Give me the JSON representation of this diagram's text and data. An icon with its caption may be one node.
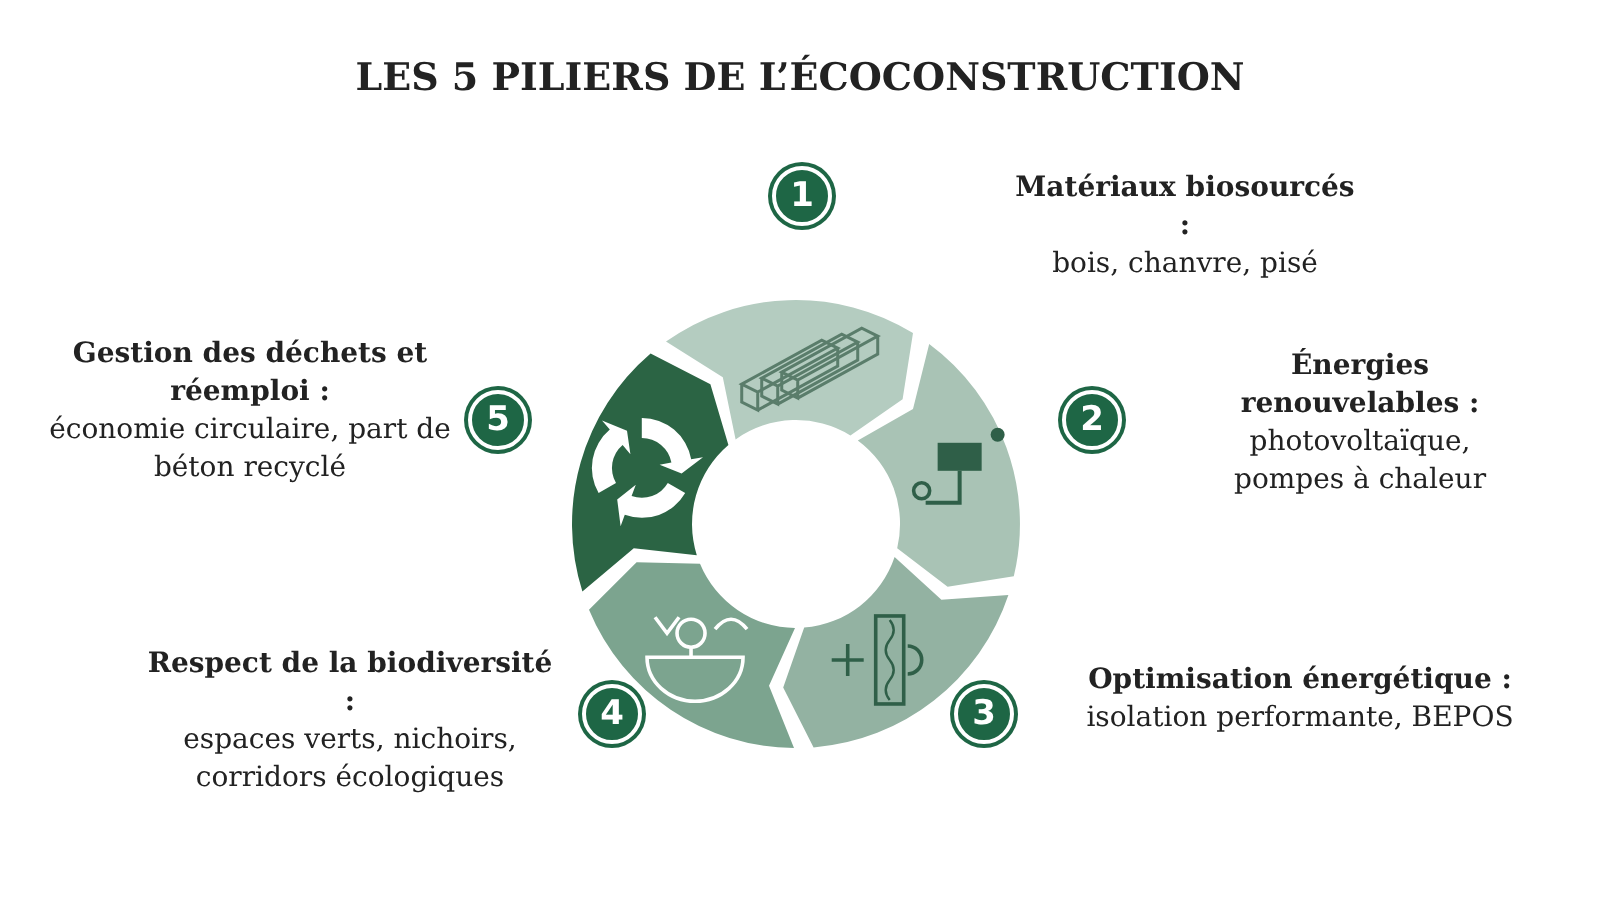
{
  "diagram": {
    "title": "LES 5 PILIERS DE L’ÉCOCONSTRUCTION",
    "nodes": [
      {
        "text": [
          "1"
        ],
        "beside": [
          "Matériaux biosourcés :",
          "bois, chanvre, pisé"
        ]
      },
      {
        "text": [
          "2"
        ],
        "beside": [
          "Énergies renouvelables :",
          "photovoltaïque, pompes à chaleur"
        ]
      },
      {
        "text": [
          "3"
        ],
        "beside": [
          "Optimisation énergétique :",
          "isolation performante, BEPOS"
        ]
      },
      {
        "text": [
          "4"
        ],
        "beside": [
          "Respect de la biodiversité :",
          "espaces verts, nichoirs, corridors écologiques"
        ]
      },
      {
        "text": [
          "5"
        ],
        "beside": [
          "Gestion des déchets et réemploi :",
          "économie circulaire, part de béton recyclé"
        ]
      }
    ]
  }
}
